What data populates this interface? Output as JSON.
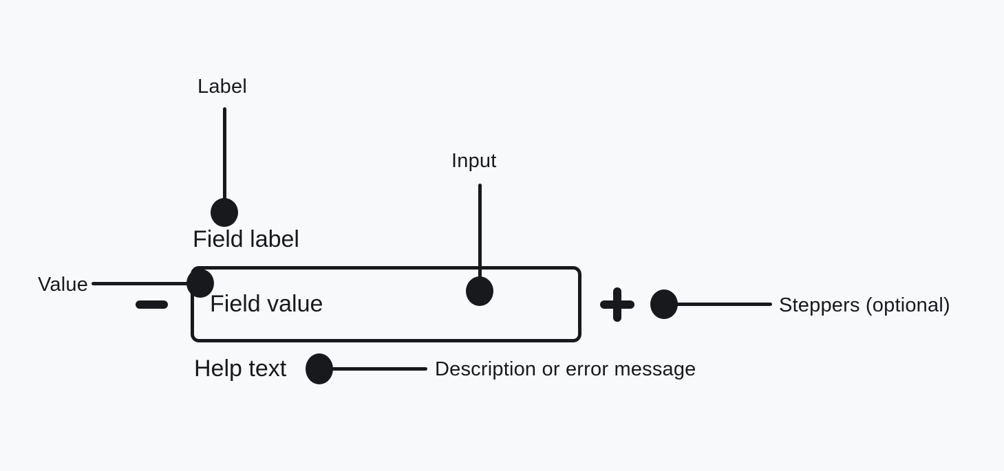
{
  "colors": {
    "background": "#f8f9fb",
    "ink": "#17191c"
  },
  "component": {
    "field_label": "Field label",
    "field_value": "Field value",
    "help_text": "Help text"
  },
  "icons": {
    "minus_stepper": "minus-icon",
    "plus_stepper": "plus-icon"
  },
  "annotations": {
    "label": "Label",
    "input": "Input",
    "value": "Value",
    "steppers": "Steppers (optional)",
    "description": "Description or error message"
  }
}
